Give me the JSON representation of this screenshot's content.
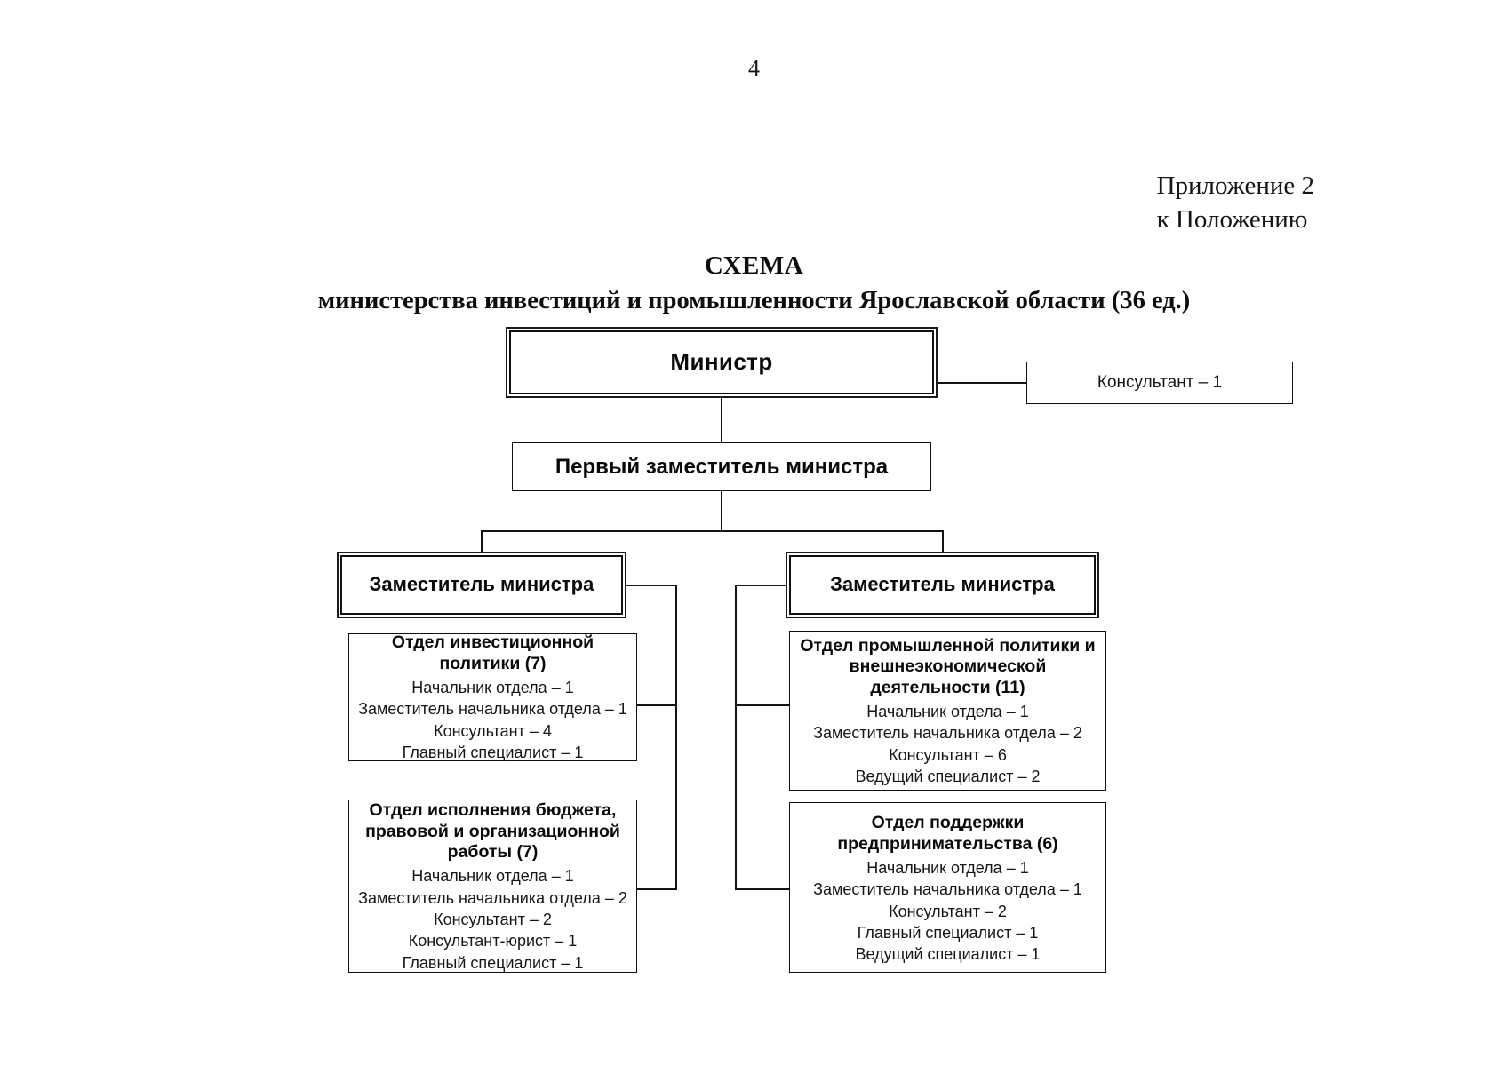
{
  "document": {
    "page_number": "4",
    "appendix_line1": "Приложение 2",
    "appendix_line2": "к Положению",
    "title": "СХЕМА",
    "subtitle": "министерства инвестиций и промышленности Ярославской области (36 ед.)"
  },
  "chart": {
    "minister": {
      "title": "Министр"
    },
    "consultant": {
      "line": "Консультант – 1"
    },
    "first_deputy": {
      "title": "Первый заместитель министра"
    },
    "deputy_left": {
      "title": "Заместитель министра"
    },
    "deputy_right": {
      "title": "Заместитель министра"
    },
    "dept_investment": {
      "title_line1": "Отдел инвестиционной",
      "title_line2": "политики (7)",
      "staff": [
        "Начальник отдела – 1",
        "Заместитель начальника отдела – 1",
        "Консультант – 4",
        "Главный специалист – 1"
      ]
    },
    "dept_budget": {
      "title_line1": "Отдел исполнения бюджета,",
      "title_line2": "правовой и организационной",
      "title_line3": "работы  (7)",
      "staff": [
        "Начальник отдела – 1",
        "Заместитель начальника отдела – 2",
        "Консультант – 2",
        "Консультант-юрист – 1",
        "Главный специалист – 1"
      ]
    },
    "dept_industry": {
      "title_line1": "Отдел промышленной  политики и",
      "title_line2": "внешнеэкономической",
      "title_line3": "деятельности (11)",
      "staff": [
        "Начальник отдела – 1",
        "Заместитель начальника отдела – 2",
        "Консультант – 6",
        "Ведущий специалист – 2"
      ]
    },
    "dept_entrepreneurship": {
      "title_line1": "Отдел поддержки",
      "title_line2": "предпринимательства (6)",
      "staff": [
        "Начальник отдела – 1",
        "Заместитель начальника отдела – 1",
        "Консультант – 2",
        "Главный специалист – 1",
        "Ведущий специалист – 1"
      ]
    }
  }
}
